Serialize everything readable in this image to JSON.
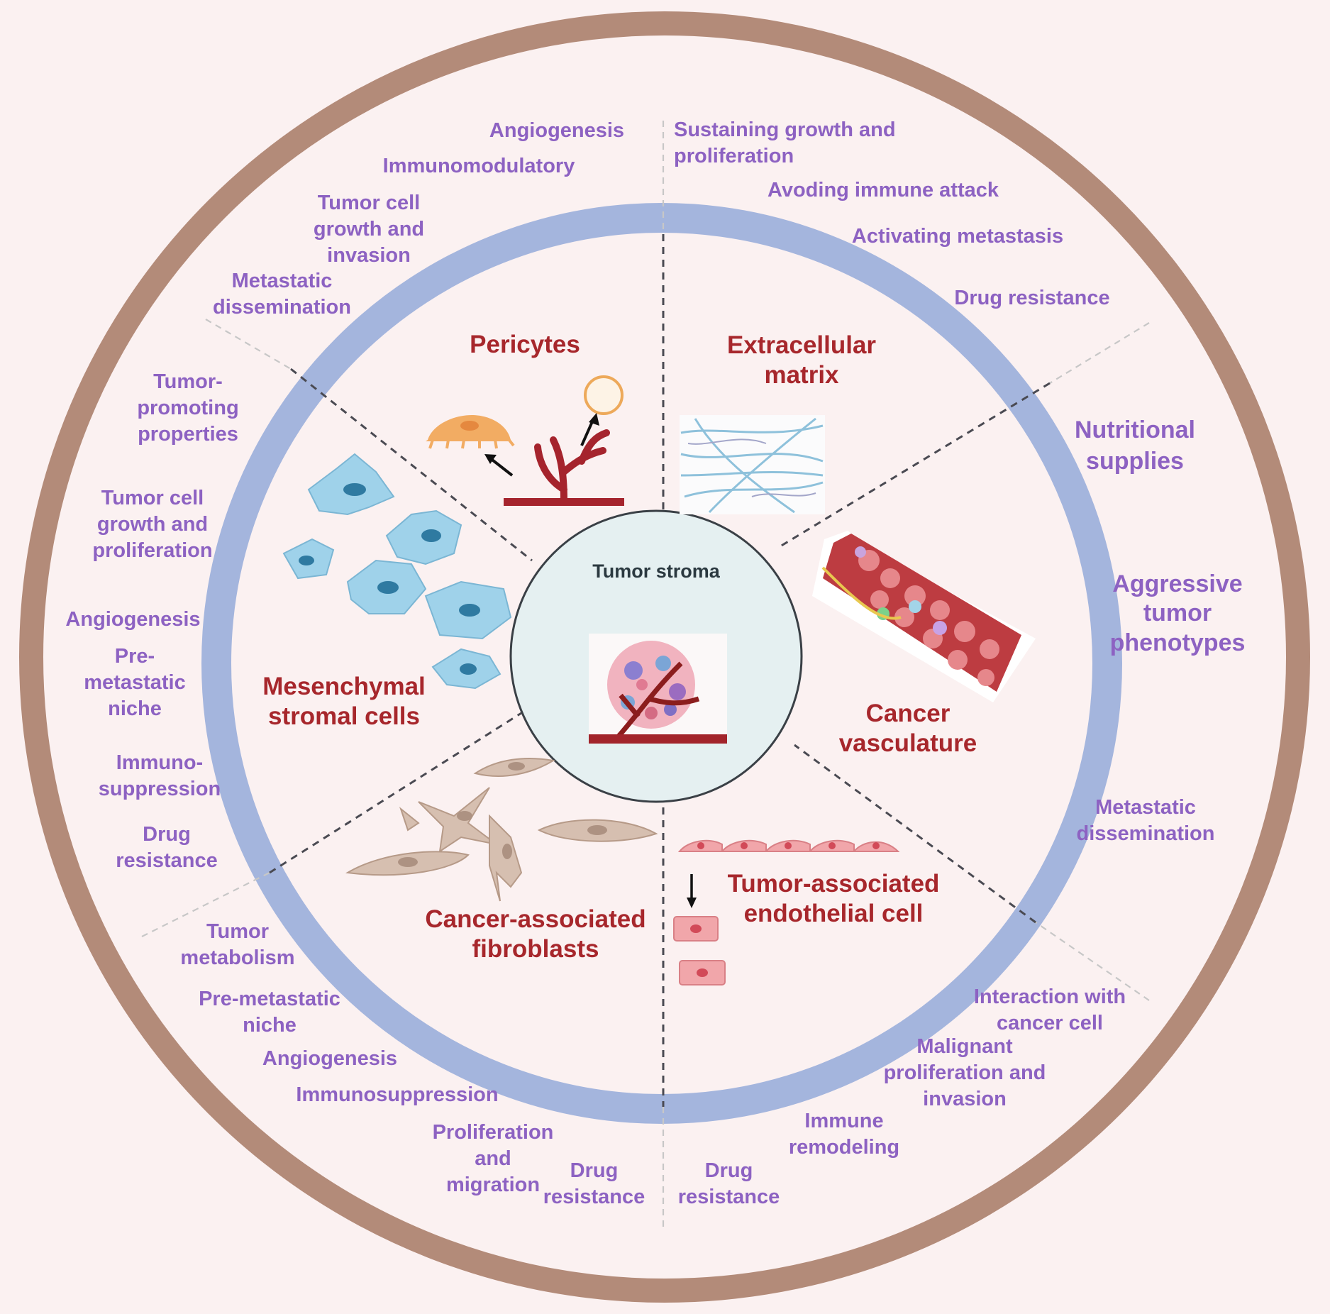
{
  "center": {
    "title": "Tumor stroma"
  },
  "categories": {
    "pericytes": "Pericytes",
    "ecm": "Extracellular\nmatrix",
    "vasculature": "Cancer\nvasculature",
    "endothelial": "Tumor-associated\nendothelial cell",
    "fibroblasts": "Cancer-associated\nfibroblasts",
    "msc": "Mesenchymal\nstromal cells"
  },
  "pericyte_functions": [
    "Angiogenesis",
    "Immunomodulatory",
    "Tumor cell\ngrowth and\ninvasion",
    "Metastatic\ndissemination"
  ],
  "ecm_functions": [
    "Sustaining growth and\nproliferation",
    "Avoding immune attack",
    "Activating metastasis",
    "Drug resistance"
  ],
  "vasculature_functions": [
    "Nutritional\nsupplies",
    "Aggressive\ntumor\nphenotypes",
    "Metastatic\ndissemination"
  ],
  "endothelial_functions": [
    "Interaction with\ncancer cell",
    "Malignant\nproliferation and\ninvasion",
    "Immune\nremodeling",
    "Drug\nresistance"
  ],
  "fibroblast_functions": [
    "Tumor\nmetabolism",
    "Pre-metastatic\nniche",
    "Angiogenesis",
    "Immunosuppression",
    "Proliferation\nand\nmigration",
    "Drug\nresistance"
  ],
  "msc_functions": [
    "Tumor-\npromoting\nproperties",
    "Tumor cell\ngrowth and\nproliferation",
    "Angiogenesis",
    "Pre-\nmetastatic\nniche",
    "Immuno-\nsuppression",
    "Drug\nresistance"
  ],
  "colors": {
    "outer_ring": "#b38b79",
    "inner_ring": "#a4b5dd",
    "background": "#fbf1f1",
    "category_text": "#a7272c",
    "function_text": "#8d62c2"
  }
}
